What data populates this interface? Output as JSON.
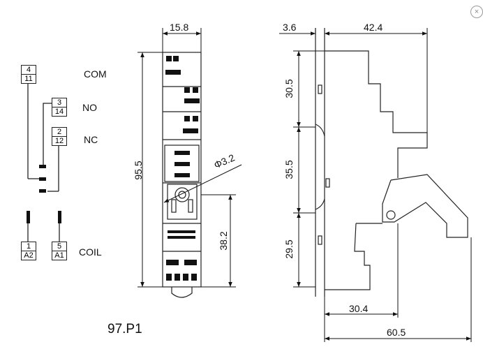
{
  "close_icon": "×",
  "schematic": {
    "terminals": [
      {
        "top": "4",
        "bottom": "11",
        "label": "COM"
      },
      {
        "top": "3",
        "bottom": "14",
        "label": "NO"
      },
      {
        "top": "2",
        "bottom": "12",
        "label": "NC"
      },
      {
        "top": "1",
        "bottom": "A2",
        "label": ""
      },
      {
        "top": "5",
        "bottom": "A1",
        "label": "COIL"
      }
    ]
  },
  "front_view": {
    "width": "15.8",
    "height": "95.5",
    "hole": "Φ3.2",
    "hole_height": "38.2"
  },
  "side_view": {
    "top_offset": "3.6",
    "depth": "42.4",
    "seg_top": "30.5",
    "seg_mid": "35.5",
    "seg_bottom": "29.5",
    "clip_depth": "30.4",
    "total_depth": "60.5"
  },
  "model": "97.P1"
}
